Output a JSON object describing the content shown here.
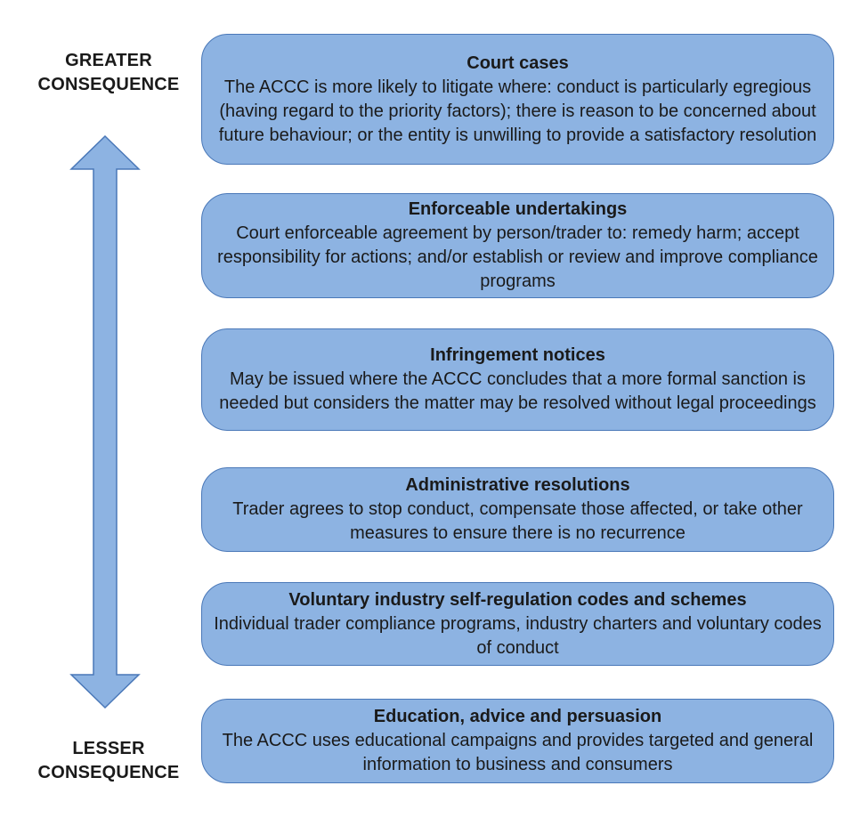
{
  "axis": {
    "top_label_line1": "GREATER",
    "top_label_line2": "CONSEQUENCE",
    "bottom_label_line1": "LESSER",
    "bottom_label_line2": "CONSEQUENCE"
  },
  "colors": {
    "box_fill": "#8db3e2",
    "box_border": "#4a78b8",
    "arrow_fill": "#8db3e2",
    "arrow_border": "#4a78b8",
    "text": "#1a1a1a"
  },
  "levels": [
    {
      "title": "Court cases",
      "body": "The ACCC is more likely to litigate where: conduct is particularly egregious (having regard to the priority factors); there is reason to be concerned about future behaviour; or the entity is unwilling to provide a satisfactory resolution"
    },
    {
      "title": "Enforceable undertakings",
      "body": "Court enforceable agreement by person/trader to: remedy harm; accept responsibility for actions; and/or establish or review and improve compliance programs"
    },
    {
      "title": "Infringement notices",
      "body": "May be issued where the ACCC concludes that a more formal sanction is needed but considers the matter may be resolved without legal proceedings"
    },
    {
      "title": "Administrative resolutions",
      "body": "Trader agrees to stop conduct, compensate those affected, or take other measures to ensure there is no recurrence"
    },
    {
      "title": "Voluntary industry self-regulation codes and schemes",
      "body": "Individual trader compliance programs, industry charters and voluntary codes of conduct"
    },
    {
      "title": "Education, advice and persuasion",
      "body": "The ACCC uses educational campaigns and provides targeted and general information to business and consumers"
    }
  ]
}
